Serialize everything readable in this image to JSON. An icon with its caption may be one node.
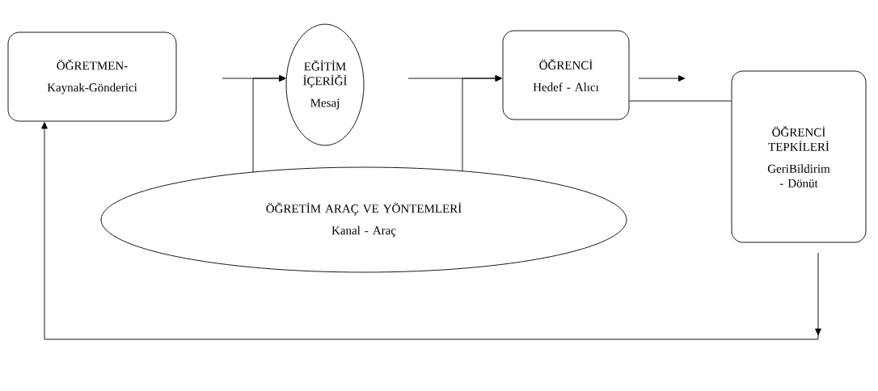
{
  "diagram": {
    "nodes": [
      {
        "text": [
          "ÖĞRETMEN-",
          "Kaynak-Gönderici"
        ]
      },
      {
        "text": [
          "EĞİTİM İÇERİĞİ",
          "Mesaj"
        ]
      },
      {
        "text": [
          "ÖĞRENCİ",
          "Hedef - Alıcı"
        ]
      },
      {
        "text": [
          "ÖĞRENCİ TEPKİLERİ",
          "GeriBildirim - Dönüt"
        ]
      },
      {
        "text": [
          "ÖĞRETİM ARAÇ VE YÖNTEMLERİ",
          "Kanal - Araç"
        ]
      }
    ],
    "edges": [
      {
        "from": 0,
        "to": 1,
        "arrow": "to"
      },
      {
        "from": 4,
        "to": 1,
        "arrow": "to"
      },
      {
        "from": 1,
        "to": 2,
        "arrow": "to"
      },
      {
        "from": 4,
        "to": 2,
        "arrow": "to"
      },
      {
        "from": 2,
        "to": 3,
        "arrow": "to"
      },
      {
        "from": 2,
        "to": 3,
        "arrow": "none"
      },
      {
        "from": 3,
        "to": 0,
        "arrow": "to"
      }
    ]
  }
}
